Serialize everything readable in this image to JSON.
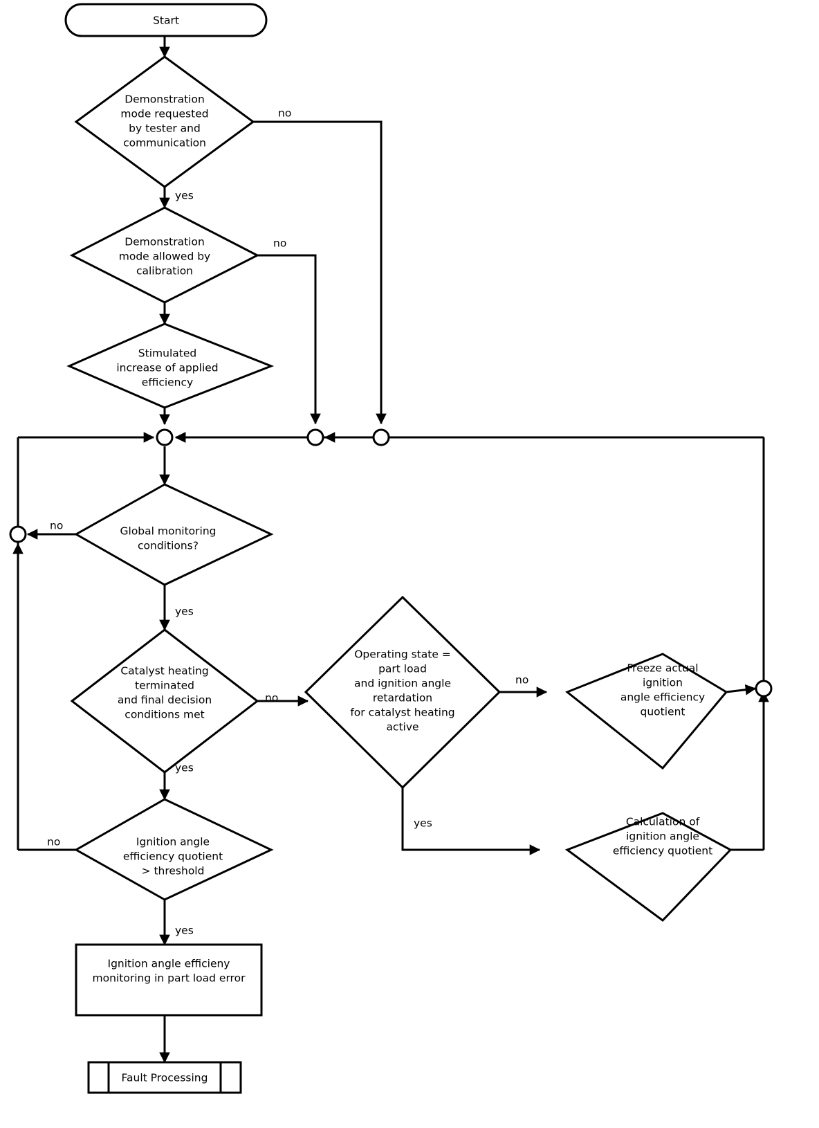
{
  "diagram": {
    "title": "Ignition angle efficiency monitoring flowchart",
    "colors": {
      "stroke": "#000000",
      "fill": "#ffffff",
      "text": "#000000"
    },
    "nodes": [
      {
        "id": "start",
        "type": "terminator",
        "label": "Start"
      },
      {
        "id": "demo_req",
        "type": "decision",
        "label_lines": [
          "Demonstration",
          "mode requested",
          "by tester  and",
          "communication"
        ]
      },
      {
        "id": "demo_allowed",
        "type": "decision",
        "label_lines": [
          "Demonstration",
          "mode allowed by",
          "calibration"
        ]
      },
      {
        "id": "stimulated",
        "type": "decision",
        "label_lines": [
          "Stimulated",
          "increase of applied",
          "efficiency"
        ]
      },
      {
        "id": "global_mon",
        "type": "decision",
        "label_lines": [
          "Global monitoring",
          "conditions?"
        ]
      },
      {
        "id": "cat_heating",
        "type": "decision",
        "label_lines": [
          "Catalyst heating",
          "terminated",
          "and final decision",
          "conditions met"
        ]
      },
      {
        "id": "op_state",
        "type": "decision",
        "label_lines": [
          "Operating state =",
          "part load",
          "and ignition angle",
          "retardation",
          "for catalyst heating",
          "active"
        ]
      },
      {
        "id": "freeze",
        "type": "decision",
        "label_lines": [
          "Freeze actual",
          "ignition",
          "angle efficiency",
          "quotient"
        ]
      },
      {
        "id": "calc",
        "type": "decision",
        "label_lines": [
          "Calculation of",
          "ignition angle",
          "efficiency quotient"
        ]
      },
      {
        "id": "threshold",
        "type": "decision",
        "label_lines": [
          "Ignition angle",
          "efficiency quotient",
          "> threshold"
        ]
      },
      {
        "id": "error_box",
        "type": "process",
        "label_lines": [
          "Ignition angle efficieny",
          "monitoring in part load error"
        ]
      },
      {
        "id": "fault",
        "type": "predefined-process",
        "label": "Fault Processing"
      }
    ],
    "edge_labels": {
      "demo_req_no": "no",
      "demo_req_yes": "yes",
      "demo_allowed_no": "no",
      "global_mon_no": "no",
      "global_mon_yes": "yes",
      "cat_heating_no": "no",
      "cat_heating_yes": "yes",
      "op_state_no": "no",
      "op_state_yes": "yes",
      "threshold_no": "no",
      "threshold_yes": "yes"
    },
    "junctions": [
      "merge-main",
      "merge-demo-allowed-no",
      "merge-demo-req-no",
      "merge-left-loop",
      "merge-right-loop"
    ]
  }
}
